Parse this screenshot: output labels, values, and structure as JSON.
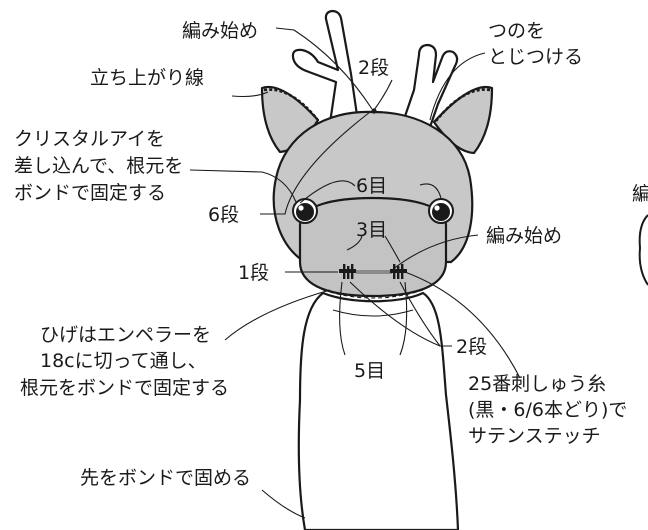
{
  "labels": {
    "amihajime_top": "編み始め",
    "tsuno_line1": "つのを",
    "tsuno_line2": "とじつける",
    "tachiagari": "立ち上がり線",
    "dan2_top": "2段",
    "eye_line1": "クリスタルアイを",
    "eye_line2": "差し込んで、根元を",
    "eye_line3": "ボンドで固定する",
    "me6": "6目",
    "dan6": "6段",
    "me3": "3目",
    "amihajime_muzzle": "編み始め",
    "dan1": "1段",
    "dan2_bottom": "2段",
    "me5": "5目",
    "hige_line1": "ひげはエンペラーを",
    "hige_line2": "18cに切って通し、",
    "hige_line3": "根元をボンドで固定する",
    "thread_line1": "25番刺しゅう糸",
    "thread_line2": "(黒・6/6本どり)で",
    "thread_line3": "サテンステッチ",
    "tip": "先をボンドで固める",
    "cut_right": "編"
  },
  "colors": {
    "head_fill": "#c8c8c8",
    "muzzle_fill": "#c3c3c3",
    "antler_fill": "#ffffff",
    "outline": "#1a1a1a"
  }
}
